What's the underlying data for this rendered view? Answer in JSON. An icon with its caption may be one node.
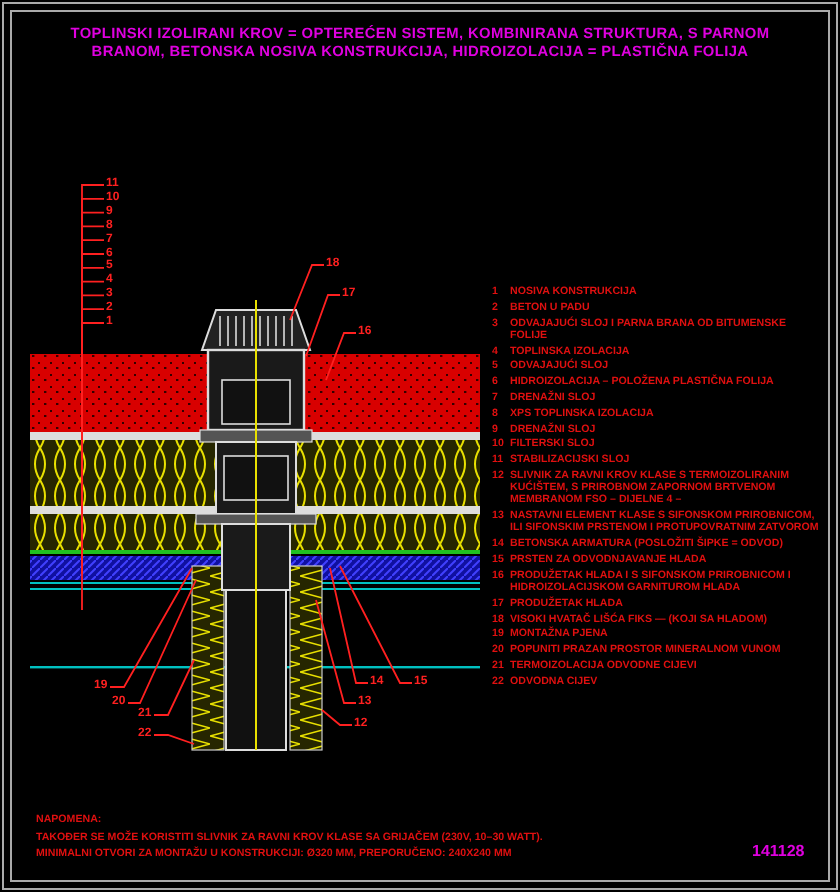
{
  "diagram": {
    "title": "TOPLINSKI IZOLIRANI KROV = OPTEREĆEN SISTEM, KOMBINIRANA STRUKTURA, S PARNOM BRANOM, BETONSKA NOSIVA KONSTRUKCIJA, HIDROIZOLACIJA = PLASTIČNA FOLIJA",
    "nodes": [
      {
        "text": [
          "11"
        ]
      },
      {
        "text": [
          "10"
        ]
      },
      {
        "text": [
          "9"
        ]
      },
      {
        "text": [
          "8"
        ]
      },
      {
        "text": [
          "7"
        ]
      },
      {
        "text": [
          "6"
        ]
      },
      {
        "text": [
          "5"
        ]
      },
      {
        "text": [
          "4"
        ]
      },
      {
        "text": [
          "3"
        ]
      },
      {
        "text": [
          "2"
        ]
      },
      {
        "text": [
          "1"
        ]
      },
      {
        "text": [
          "18"
        ]
      },
      {
        "text": [
          "17"
        ]
      },
      {
        "text": [
          "16"
        ]
      },
      {
        "text": [
          "19"
        ]
      },
      {
        "text": [
          "14"
        ]
      },
      {
        "text": [
          "15"
        ]
      },
      {
        "text": [
          "20"
        ]
      },
      {
        "text": [
          "13"
        ]
      },
      {
        "text": [
          "21"
        ]
      },
      {
        "text": [
          "12"
        ]
      },
      {
        "text": [
          "22"
        ]
      }
    ],
    "edges": [
      {
        "from": 0,
        "to": null,
        "arrow": "none"
      },
      {
        "from": 1,
        "to": null,
        "arrow": "none"
      },
      {
        "from": 2,
        "to": null,
        "arrow": "none"
      },
      {
        "from": 3,
        "to": null,
        "arrow": "none"
      },
      {
        "from": 4,
        "to": null,
        "arrow": "none"
      },
      {
        "from": 5,
        "to": null,
        "arrow": "none"
      },
      {
        "from": 6,
        "to": null,
        "arrow": "none"
      },
      {
        "from": 7,
        "to": null,
        "arrow": "none"
      },
      {
        "from": 8,
        "to": null,
        "arrow": "none"
      },
      {
        "from": 9,
        "to": null,
        "arrow": "none"
      },
      {
        "from": 10,
        "to": null,
        "arrow": "none"
      },
      {
        "from": 11,
        "to": null,
        "arrow": "none"
      },
      {
        "from": 12,
        "to": null,
        "arrow": "none"
      },
      {
        "from": 13,
        "to": null,
        "arrow": "none"
      },
      {
        "from": 14,
        "to": null,
        "arrow": "none"
      },
      {
        "from": 15,
        "to": null,
        "arrow": "none"
      },
      {
        "from": 16,
        "to": null,
        "arrow": "none"
      },
      {
        "from": 17,
        "to": null,
        "arrow": "none"
      },
      {
        "from": 18,
        "to": null,
        "arrow": "none"
      },
      {
        "from": 19,
        "to": null,
        "arrow": "none"
      },
      {
        "from": 20,
        "to": null,
        "arrow": "none"
      },
      {
        "from": 21,
        "to": null,
        "arrow": "none"
      }
    ],
    "labels": [
      "1",
      "NOSIVA KONSTRUKCIJA",
      "2",
      "BETON U PADU",
      "3",
      "ODVAJAJUĆI SLOJ I PARNA BRANA OD BITUMENSKE FOLIJE",
      "4",
      "TOPLINSKA IZOLACIJA",
      "5",
      "ODVAJAJUĆI SLOJ",
      "6",
      "HIDROIZOLACIJA – POLOŽENA PLASTIČNA FOLIJA",
      "7",
      "DRENAŽNI SLOJ",
      "8",
      "XPS TOPLINSKA IZOLACIJA",
      "9",
      "DRENAŽNI SLOJ",
      "10",
      "FILTERSKI SLOJ",
      "11",
      "STABILIZACIJSKI SLOJ",
      "12",
      "SLIVNIK ZA RAVNI KROV KLASE S TERMOIZOLIRANIM KUĆIŠTEM, S PRIROBNOM ZAPORNOM BRTVENOM MEMBRANOM FSO – DIJELNE 4 –",
      "13",
      "NASTAVNI ELEMENT KLASE S SIFONSKOM PRIROBNICOM, ILI SIFONSKIM PRSTENOM I PROTUPOVRATNIM ZATVOROM",
      "14",
      "BETONSKA ARMATURA (POSLOŽITI ŠIPKE = ODVOD)",
      "15",
      "PRSTEN ZA ODVODNJAVANJE HLADA",
      "16",
      "PRODUŽETAK HLADA I S SIFONSKOM PRIROBNICOM I HIDROIZOLACIJSKOM GARNITUROM HLADA",
      "17",
      "PRODUŽETAK HLADA",
      "18",
      "VISOKI HVATAČ LIŠĆA FIKS — (KOJI SA HLADOM)",
      "19",
      "MONTAŽNA PJENA",
      "20",
      "POPUNITI PRAZAN PROSTOR MINERALNOM VUNOM",
      "21",
      "TERMOIZOLACIJA ODVODNE CIJEVI",
      "22",
      "ODVODNA CIJEV",
      "NAPOMENA:",
      "TAKOĐER SE MOŽE KORISTITI SLIVNIK ZA RAVNI KROV KLASE SA GRIJAČEM (230V, 10–30 WATT).",
      "MINIMALNI OTVORI ZA MONTAŽU U KONSTRUKCIJI: Ø320 MM, PREPORUČENO: 240X240 MM",
      "141128"
    ]
  }
}
